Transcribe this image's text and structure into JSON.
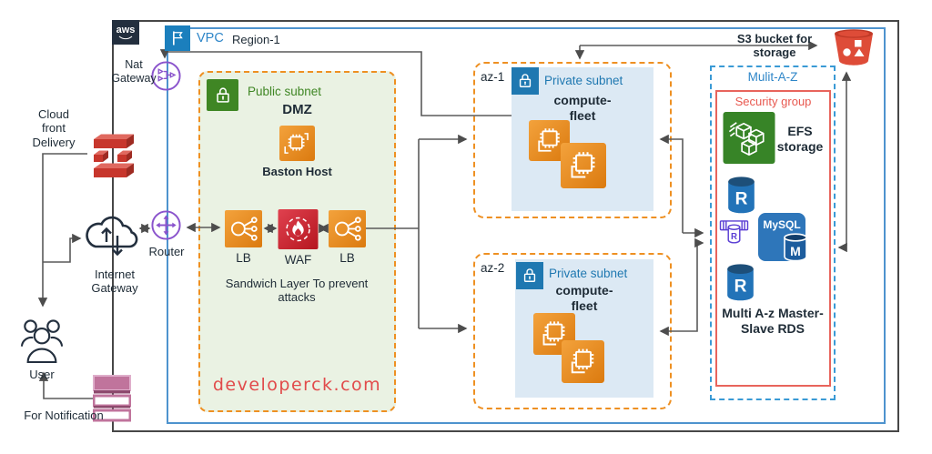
{
  "aws_logo": {
    "label": "aws"
  },
  "vpc": {
    "label": "VPC",
    "region": "Region-1"
  },
  "external": {
    "nat_gateway": "Nat Gateway",
    "cloudfront": "Cloud front Delivery",
    "internet_gateway": "Internet Gateway",
    "router": "Router",
    "user": "User",
    "notification": "For Notification"
  },
  "s3": {
    "label": "S3 bucket for storage"
  },
  "public_subnet": {
    "label": "Public subnet",
    "zone": "DMZ",
    "bastion": "Baston Host",
    "lb_left": "LB",
    "waf": "WAF",
    "lb_right": "LB",
    "note": "Sandwich Layer To prevent attacks",
    "watermark": "developerck.com"
  },
  "az1": {
    "name": "az-1",
    "subnet_label": "Private subnet",
    "fleet": "compute-fleet"
  },
  "az2": {
    "name": "az-2",
    "subnet_label": "Private subnet",
    "fleet": "compute-fleet"
  },
  "multi_az": {
    "label": "Mulit-A-Z",
    "security_group": "Security group",
    "efs": "EFS storage",
    "mysql": "MySQL",
    "mysql_letter": "M",
    "rds_letter": "R",
    "rds_caption": "Multi A-z Master-Slave RDS"
  },
  "colors": {
    "outer_border": "#474747",
    "vpc_blue": "#4E93CE",
    "subnet_orange": "#EE9022",
    "public_green": "#3F8624",
    "private_blue": "#1F78B1",
    "multi_az_blue": "#3A9AD5",
    "security_red": "#E8645C",
    "watermark_red": "#E14B4B",
    "connector_gray": "#5A5A5A"
  }
}
